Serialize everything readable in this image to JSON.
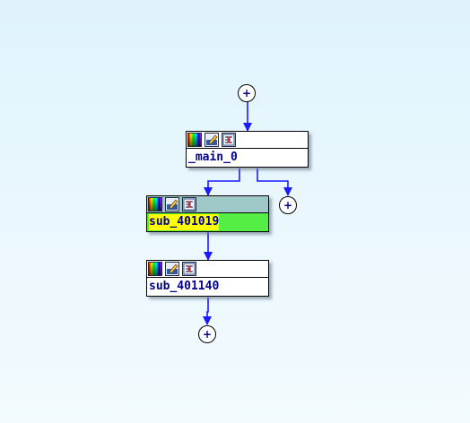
{
  "graph": {
    "nodes": [
      {
        "label": "_main_0",
        "selected": false
      },
      {
        "label": "sub_401019",
        "selected": true
      },
      {
        "label": "sub_401140",
        "selected": false
      }
    ],
    "collapsed_nodes": [
      {
        "symbol": "+"
      },
      {
        "symbol": "+"
      },
      {
        "symbol": "+"
      }
    ],
    "header_icons": [
      "color-palette-icon",
      "rename-icon",
      "graph-view-icon"
    ]
  },
  "colors": {
    "background": "#e3f4fd",
    "edge": "#0000ff",
    "node_text": "#00008b",
    "selected_header": "#9fc9c9",
    "selected_body": "#55ee44",
    "selected_highlight": "#ffff00"
  }
}
